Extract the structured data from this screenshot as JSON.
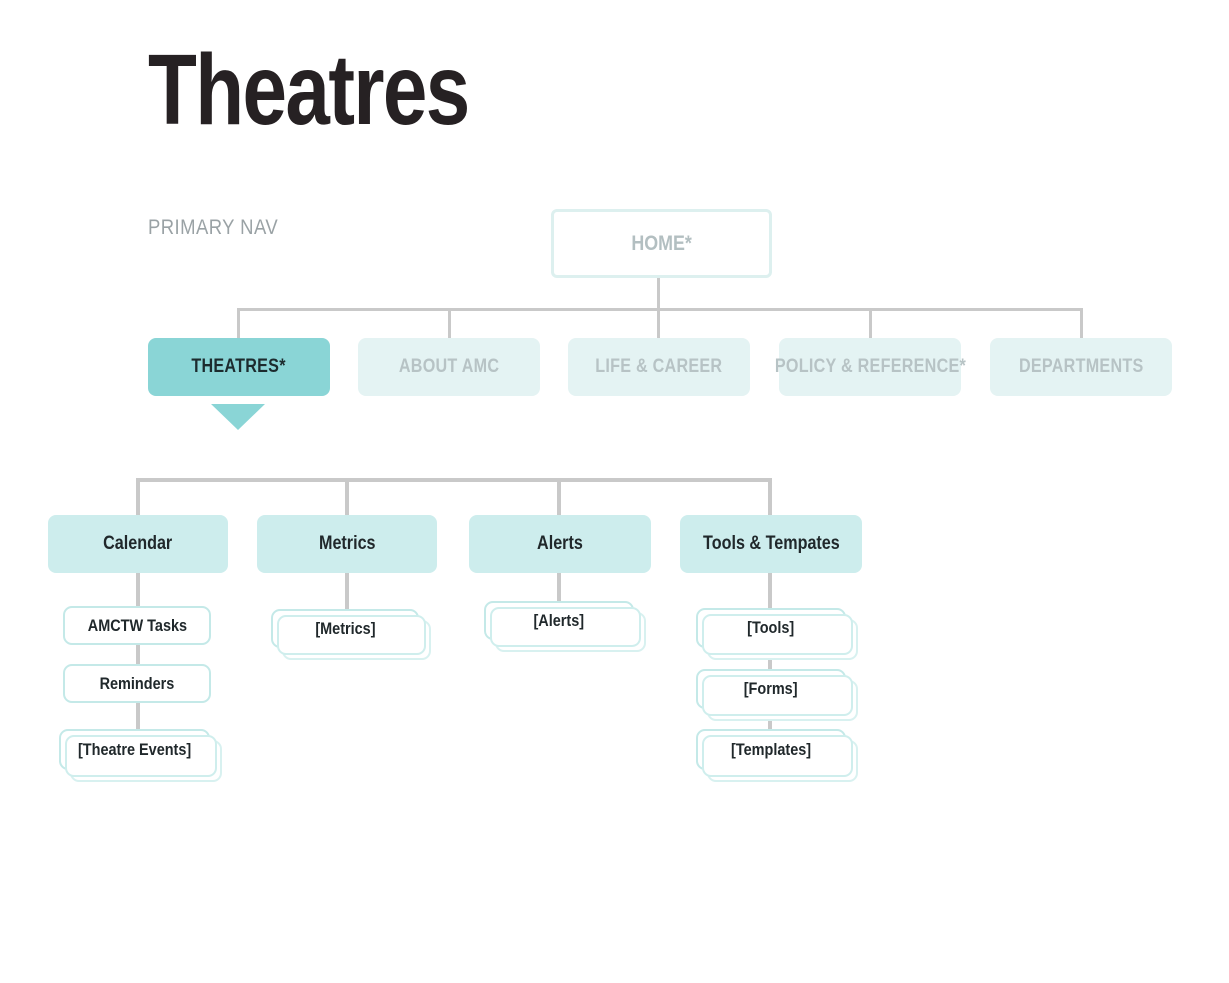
{
  "page": {
    "title": "Theatres",
    "section_label": "PRIMARY NAV"
  },
  "colors": {
    "accent_active": "#8ad5d6",
    "accent_pale": "#e4f3f3",
    "accent_light": "#cdeded",
    "node_border": "#c4e9e8",
    "connector": "#c9c9c9",
    "text_dark": "#20282b",
    "text_muted": "#b7c3c5",
    "label_gray": "#9aa2a5"
  },
  "primary_nav": {
    "root": {
      "label": "HOME*"
    },
    "items": [
      {
        "label": "THEATRES*",
        "active": true
      },
      {
        "label": "ABOUT AMC",
        "active": false
      },
      {
        "label": "LIFE & CAREER",
        "active": false
      },
      {
        "label": "POLICY & REFERENCE*",
        "active": false
      },
      {
        "label": "DEPARTMENTS",
        "active": false
      }
    ]
  },
  "subnav": {
    "columns": [
      {
        "label": "Calendar",
        "children": [
          {
            "label": "AMCTW Tasks",
            "stacked": false
          },
          {
            "label": "Reminders",
            "stacked": false
          },
          {
            "label": "[Theatre Events]",
            "stacked": true
          }
        ]
      },
      {
        "label": "Metrics",
        "children": [
          {
            "label": "[Metrics]",
            "stacked": true
          }
        ]
      },
      {
        "label": "Alerts",
        "children": [
          {
            "label": "[Alerts]",
            "stacked": true
          }
        ]
      },
      {
        "label": "Tools & Tempates",
        "children": [
          {
            "label": "[Tools]",
            "stacked": true
          },
          {
            "label": "[Forms]",
            "stacked": true
          },
          {
            "label": "[Templates]",
            "stacked": true
          }
        ]
      }
    ]
  }
}
